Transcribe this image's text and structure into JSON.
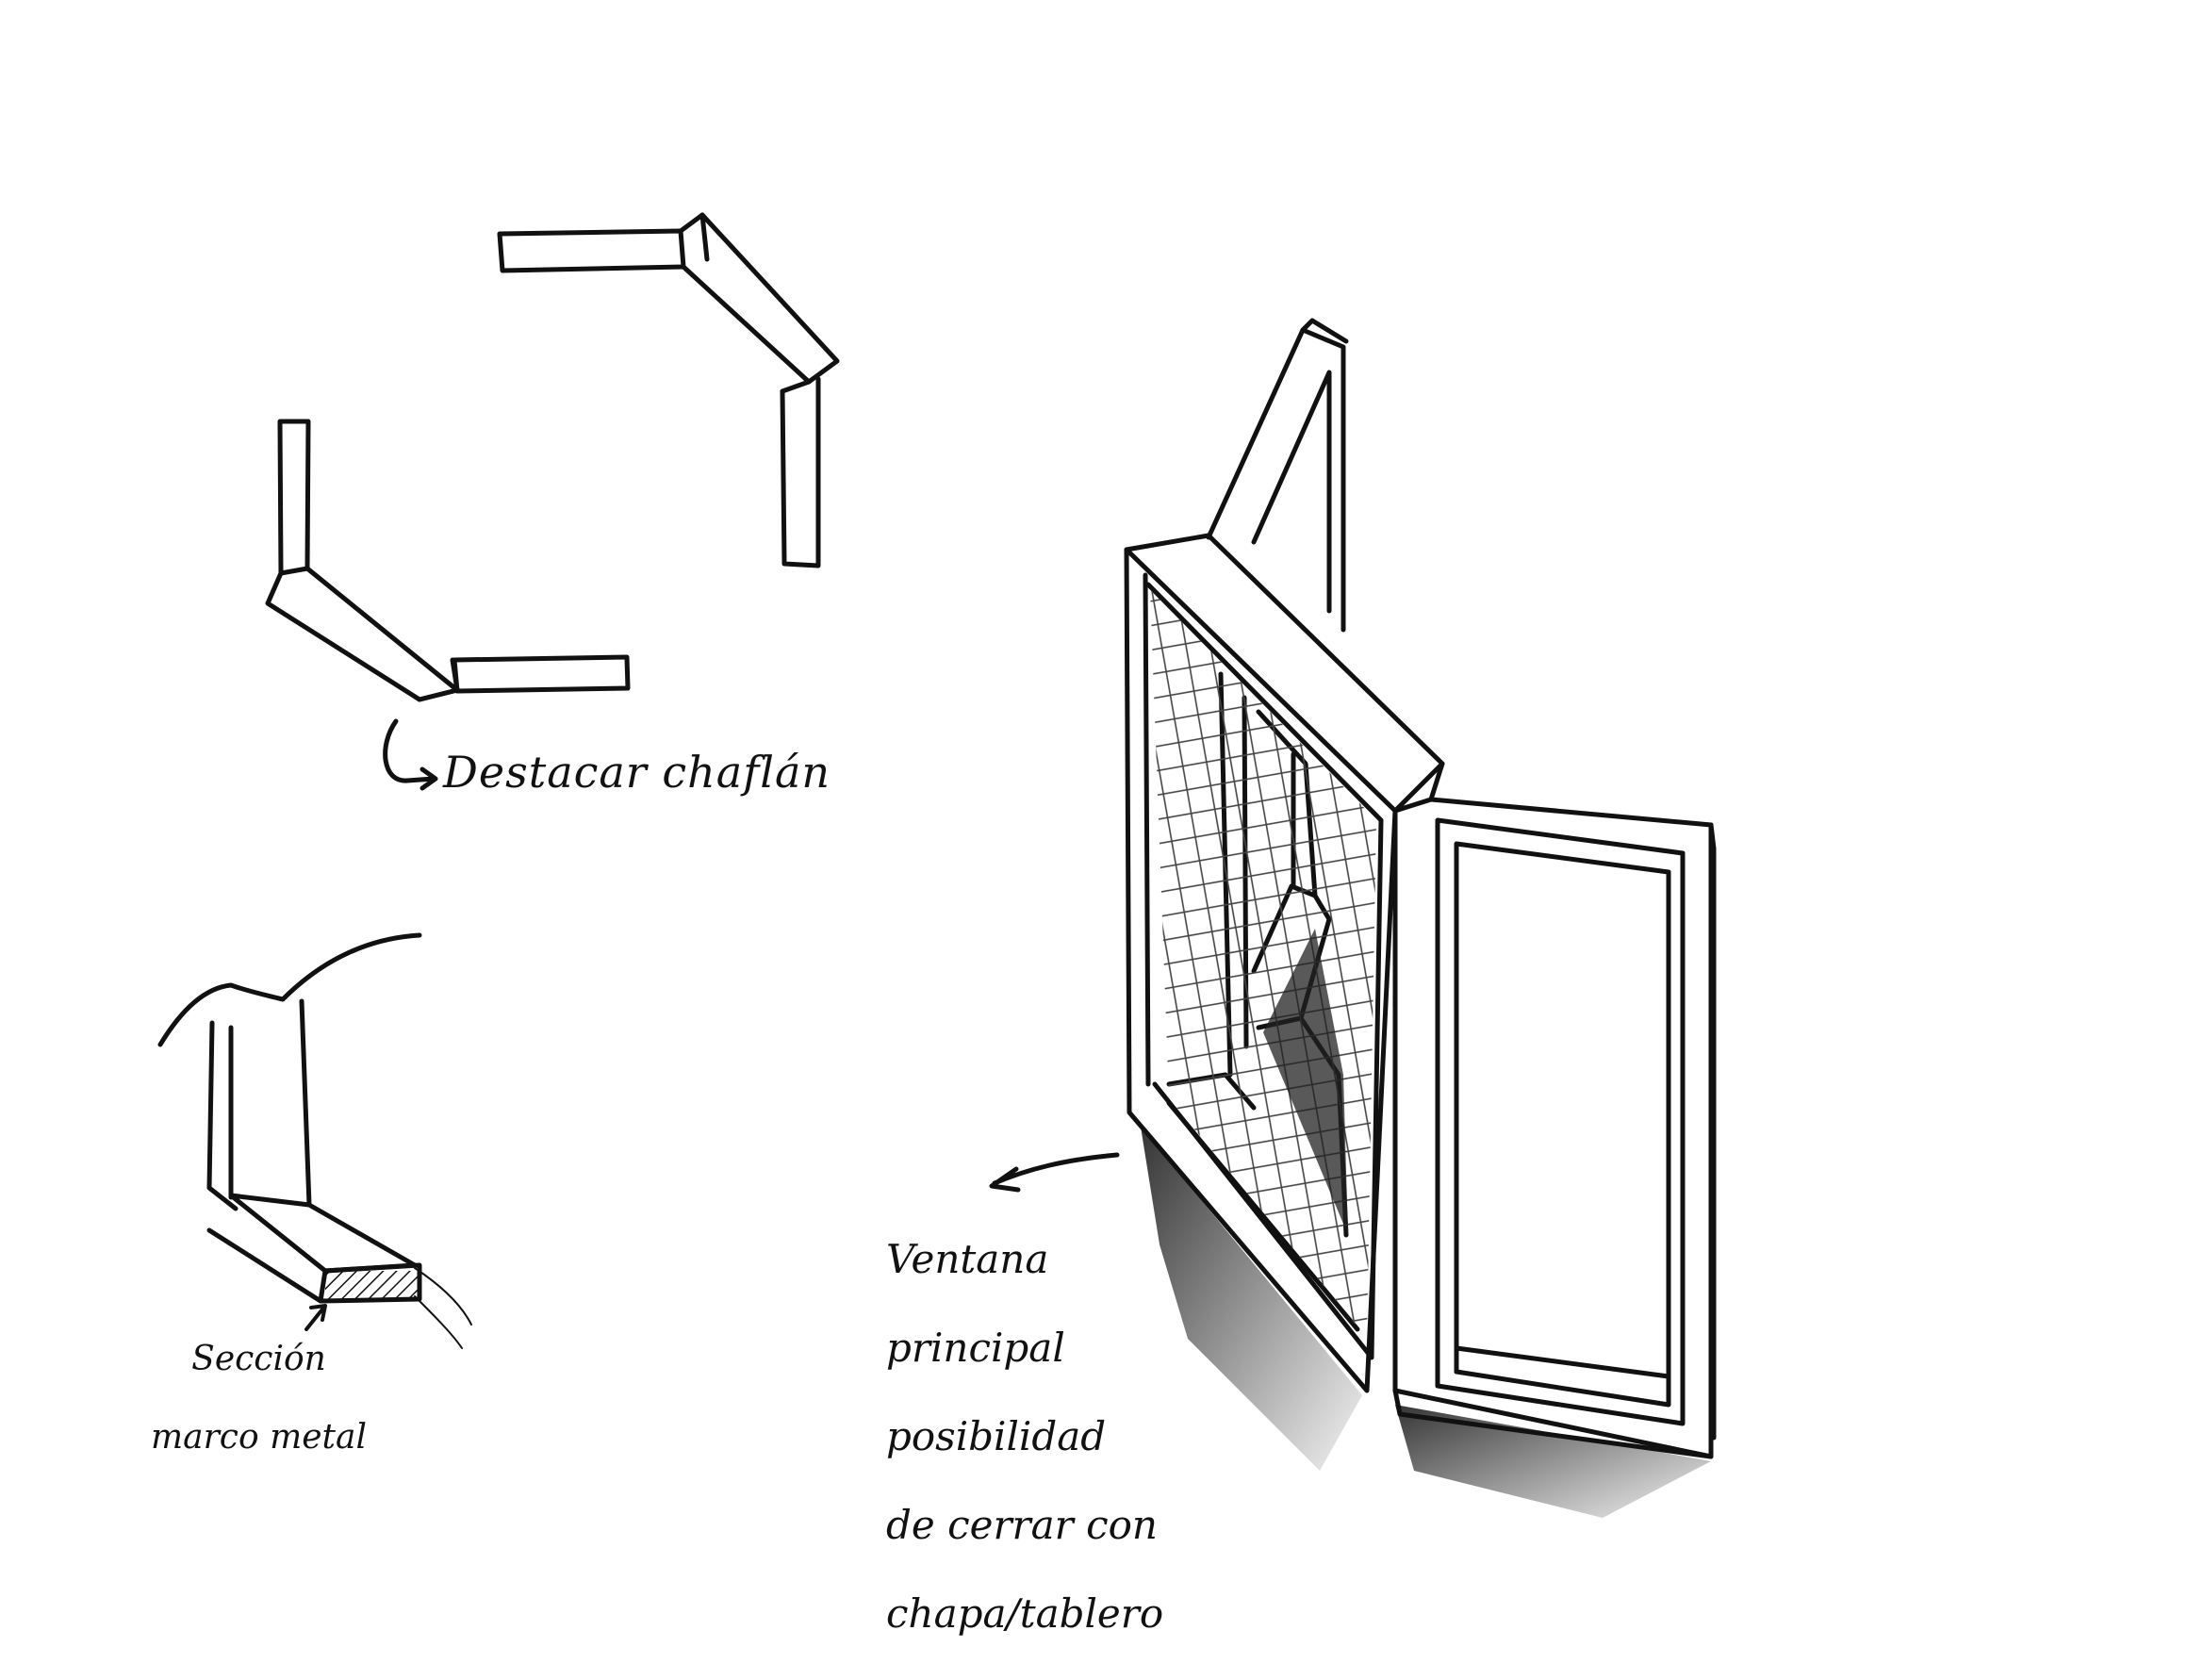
{
  "annotations": {
    "chamfer_note": "Destacar chaflán",
    "section_note_line1": "Sección",
    "section_note_line2": "marco metal",
    "window_note_line1": "Ventana",
    "window_note_line2": "principal",
    "window_note_line3": "posibilidad",
    "window_note_line4": "de cerrar con",
    "window_note_line5": "chapa/tablero"
  },
  "colors": {
    "ink": "#111111",
    "paper": "#ffffff",
    "shade": "#555555"
  }
}
